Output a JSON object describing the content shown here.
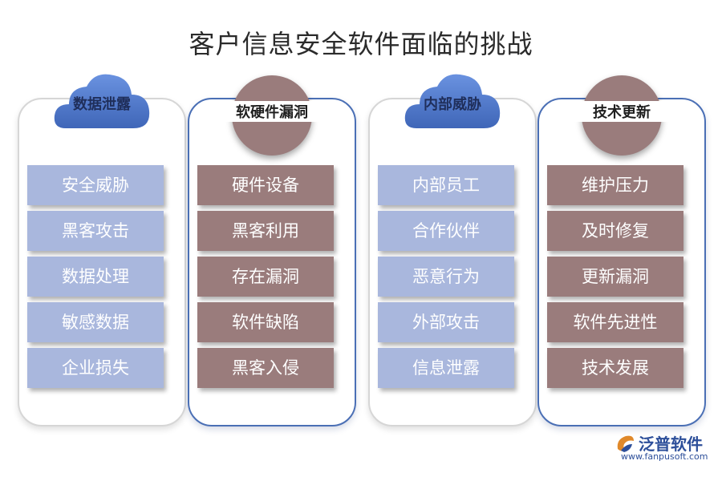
{
  "title": "客户信息安全软件面临的挑战",
  "colors": {
    "blue_box": "#a9b7dd",
    "brown_box": "#9a7c7c",
    "cloud": "#4d75c8",
    "frame_blue": "#4a6fb5"
  },
  "columns": [
    {
      "header": "数据泄露",
      "header_shape": "cloud-icon",
      "items": [
        "安全威胁",
        "黑客攻击",
        "数据处理",
        "敏感数据",
        "企业损失"
      ]
    },
    {
      "header": "软硬件漏洞",
      "header_shape": "circle",
      "items": [
        "硬件设备",
        "黑客利用",
        "存在漏洞",
        "软件缺陷",
        "黑客入侵"
      ]
    },
    {
      "header": "内部威胁",
      "header_shape": "cloud-icon",
      "items": [
        "内部员工",
        "合作伙伴",
        "恶意行为",
        "外部攻击",
        "信息泄露"
      ]
    },
    {
      "header": "技术更新",
      "header_shape": "circle",
      "items": [
        "维护压力",
        "及时修复",
        "更新漏洞",
        "软件先进性",
        "技术发展"
      ]
    }
  ],
  "logo": {
    "name": "泛普软件",
    "url": "www.fanpusoft.com",
    "icon": "fanpu-logo-icon"
  }
}
